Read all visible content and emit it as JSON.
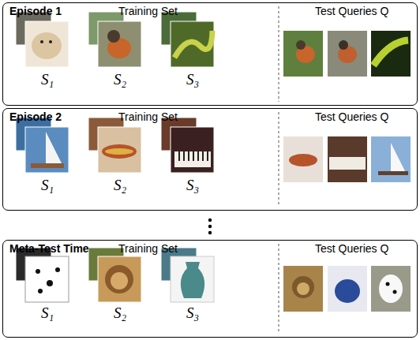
{
  "diagram": {
    "nodes": [
      {
        "text": [
          "Episode 1",
          "Training Set",
          "Test Queries Q",
          "S₁",
          "S₂",
          "S₃"
        ]
      },
      {
        "text": [
          "Episode 2",
          "Training Set",
          "Test Queries Q",
          "S₁",
          "S₂",
          "S₃"
        ]
      },
      {
        "text": [
          "Meta-Test Time",
          "Training Set",
          "Test Queries Q",
          "S₁",
          "S₂",
          "S₃"
        ]
      }
    ]
  }
}
